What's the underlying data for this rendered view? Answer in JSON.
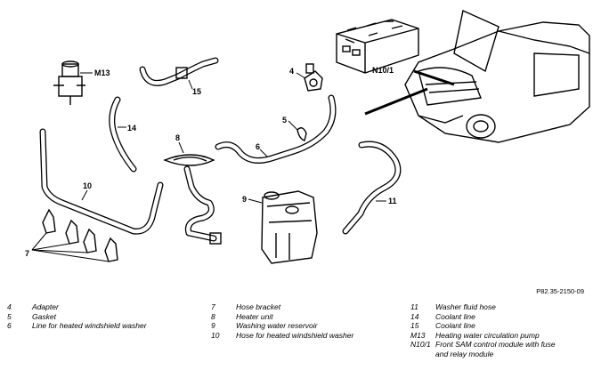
{
  "callouts": {
    "m13": "M13",
    "c15": "15",
    "c4": "4",
    "c5": "5",
    "c14": "14",
    "c8": "8",
    "c6": "6",
    "c10": "10",
    "c9": "9",
    "c11": "11",
    "c7": "7",
    "n101": "N10/1"
  },
  "reference_code": "P82.35-2150-09",
  "legend": {
    "col1": [
      {
        "num": "4",
        "text": "Adapter"
      },
      {
        "num": "5",
        "text": "Gasket"
      },
      {
        "num": "6",
        "text": "Line for heated windshield washer"
      }
    ],
    "col2": [
      {
        "num": "7",
        "text": "Hose bracket"
      },
      {
        "num": "8",
        "text": "Heater unit"
      },
      {
        "num": "9",
        "text": "Washing water reservoir"
      },
      {
        "num": "10",
        "text": "Hose for heated windshield washer"
      }
    ],
    "col3": [
      {
        "num": "11",
        "text": "Washer fluid hose"
      },
      {
        "num": "14",
        "text": "Coolant line"
      },
      {
        "num": "15",
        "text": "Coolant line"
      },
      {
        "num": "M13",
        "text": "Heating water circulation pump"
      },
      {
        "num": "N10/1",
        "text": "Front SAM control module with fuse and relay module"
      }
    ]
  }
}
